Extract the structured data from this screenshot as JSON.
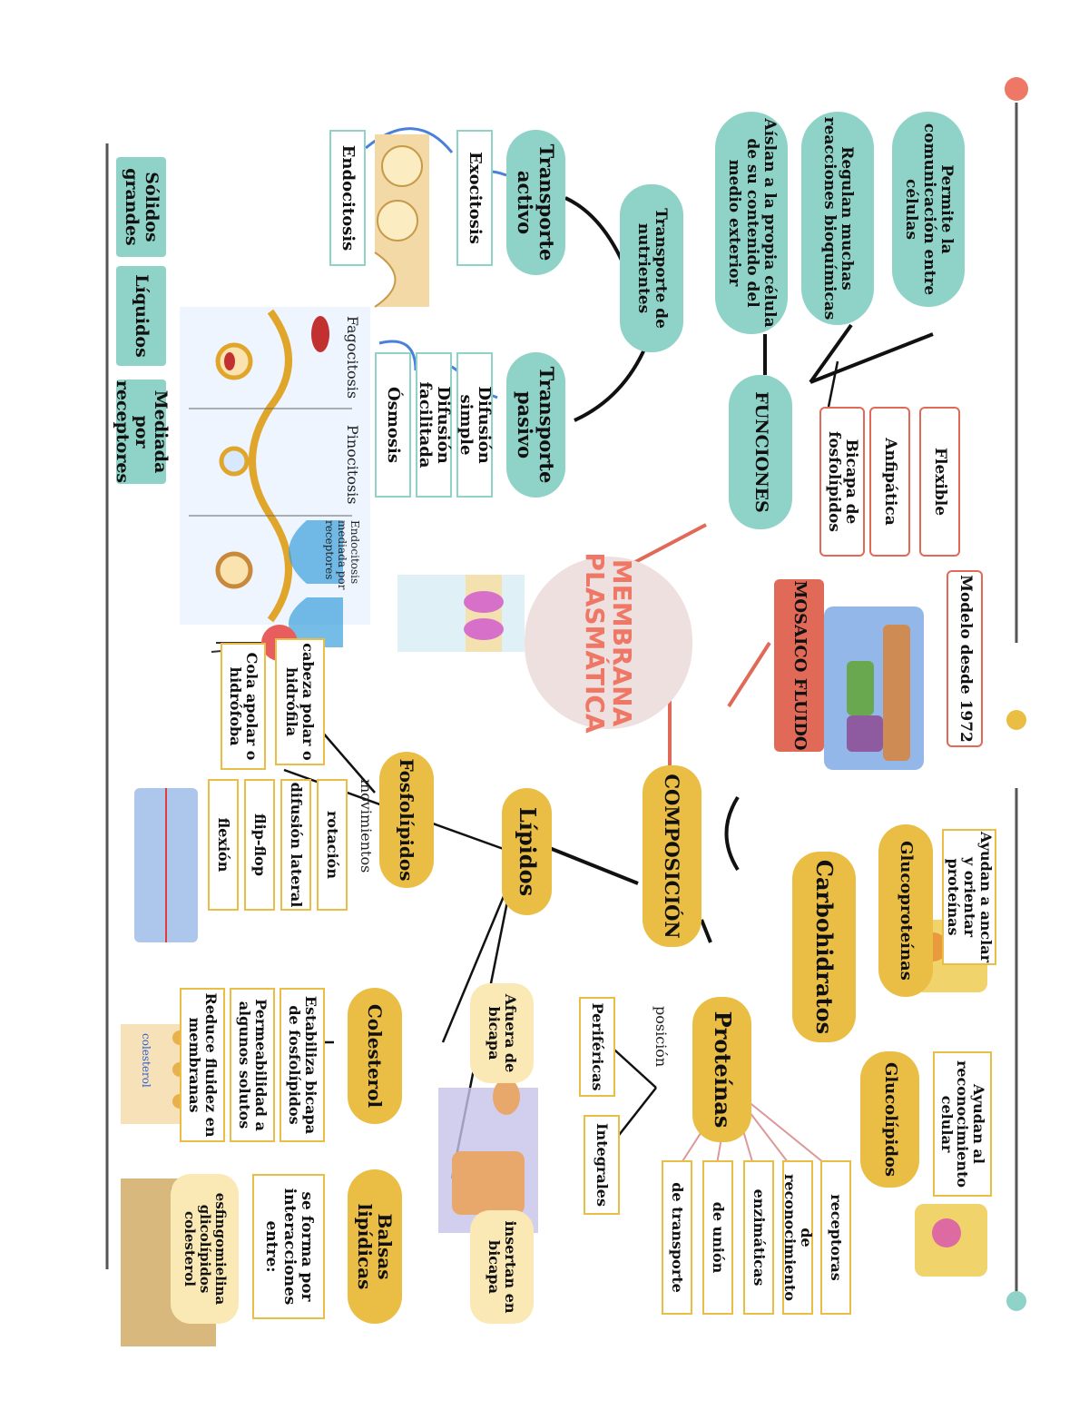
{
  "title": "MEMBRANA PLASMÁTICA",
  "colors": {
    "teal": "#8fd3c8",
    "gold": "#eabd45",
    "coral": "#e06a57",
    "title_bg": "#efe0e0",
    "title_text": "#ee7766"
  },
  "funciones": {
    "label": "FUNCIONES",
    "items": [
      "Permite la comunicación entre células",
      "Regulan muchas reacciones bioquímicas",
      "Aíslan a la propia célula de su contenido del medio exterior"
    ],
    "properties": [
      "Flexible",
      "Anfipática",
      "Bicapa de fosfolípidos"
    ]
  },
  "mosaico": {
    "label": "MOSAICO FLUIDO",
    "model": "Modelo desde 1972"
  },
  "transporte": {
    "label": "Transporte de nutrientes",
    "activo": "Transporte activo",
    "pasivo": "Transporte pasivo",
    "exocitosis": "Exocitosis",
    "endocitosis": "Endocitosis",
    "difusion_simple": "Difusión simple",
    "difusion_facilitada": "Difusión facilitada",
    "osmosis": "Ósmosis",
    "solidos": "Sólidos grandes",
    "liquidos": "Líquidos",
    "mediada": "Mediada por receptores"
  },
  "figure_labels": {
    "fagocitosis": "Fagocitosis",
    "pinocitosis": "Pinocitosis",
    "endocitosis_receptores": "Endocitosis mediada por receptores"
  },
  "composicion": {
    "label": "COMPOSICIÓN",
    "lipidos": "Lípidos",
    "carbohidratos": "Carbohidratos",
    "proteinas": "Proteínas",
    "glucoproteinas": "Glucoproteínas",
    "glucoproteinas_desc": "Ayudan a anclar y orientar proteínas",
    "glucolipidos": "Glucolípidos",
    "glucolipidos_desc": "Ayudan al reconocimiento celular",
    "posicion": "posición",
    "perifericas": "Periféricas",
    "integrales": "Integrales",
    "afuera": "Afuera de bicapa",
    "insertan": "insertan en bicapa",
    "tipos": [
      "receptoras",
      "de reconocimiento",
      "enzimáticas",
      "de unión",
      "de transporte"
    ],
    "fosfolipidos": "Fosfolípidos",
    "cabeza": "cabeza polar o hidrófila",
    "cola": "Cola apolar o hidrófoba",
    "movimientos": "movimientos",
    "mov_items": [
      "rotación",
      "difusión lateral",
      "flip-flop",
      "flexión"
    ],
    "colesterol": "Colesterol",
    "col_items": [
      "Estabiliza bicapa de fosfolípidos",
      "Permeabilidad a algunos solutos",
      "Reduce fluidez en membranas"
    ],
    "colesterol_fig": "colesterol",
    "balsas": "Balsas lipídicas",
    "balsas_desc": "se forma por interacciones entre:",
    "balsas_items": "esfingomielina glicolípidos colesterol"
  }
}
